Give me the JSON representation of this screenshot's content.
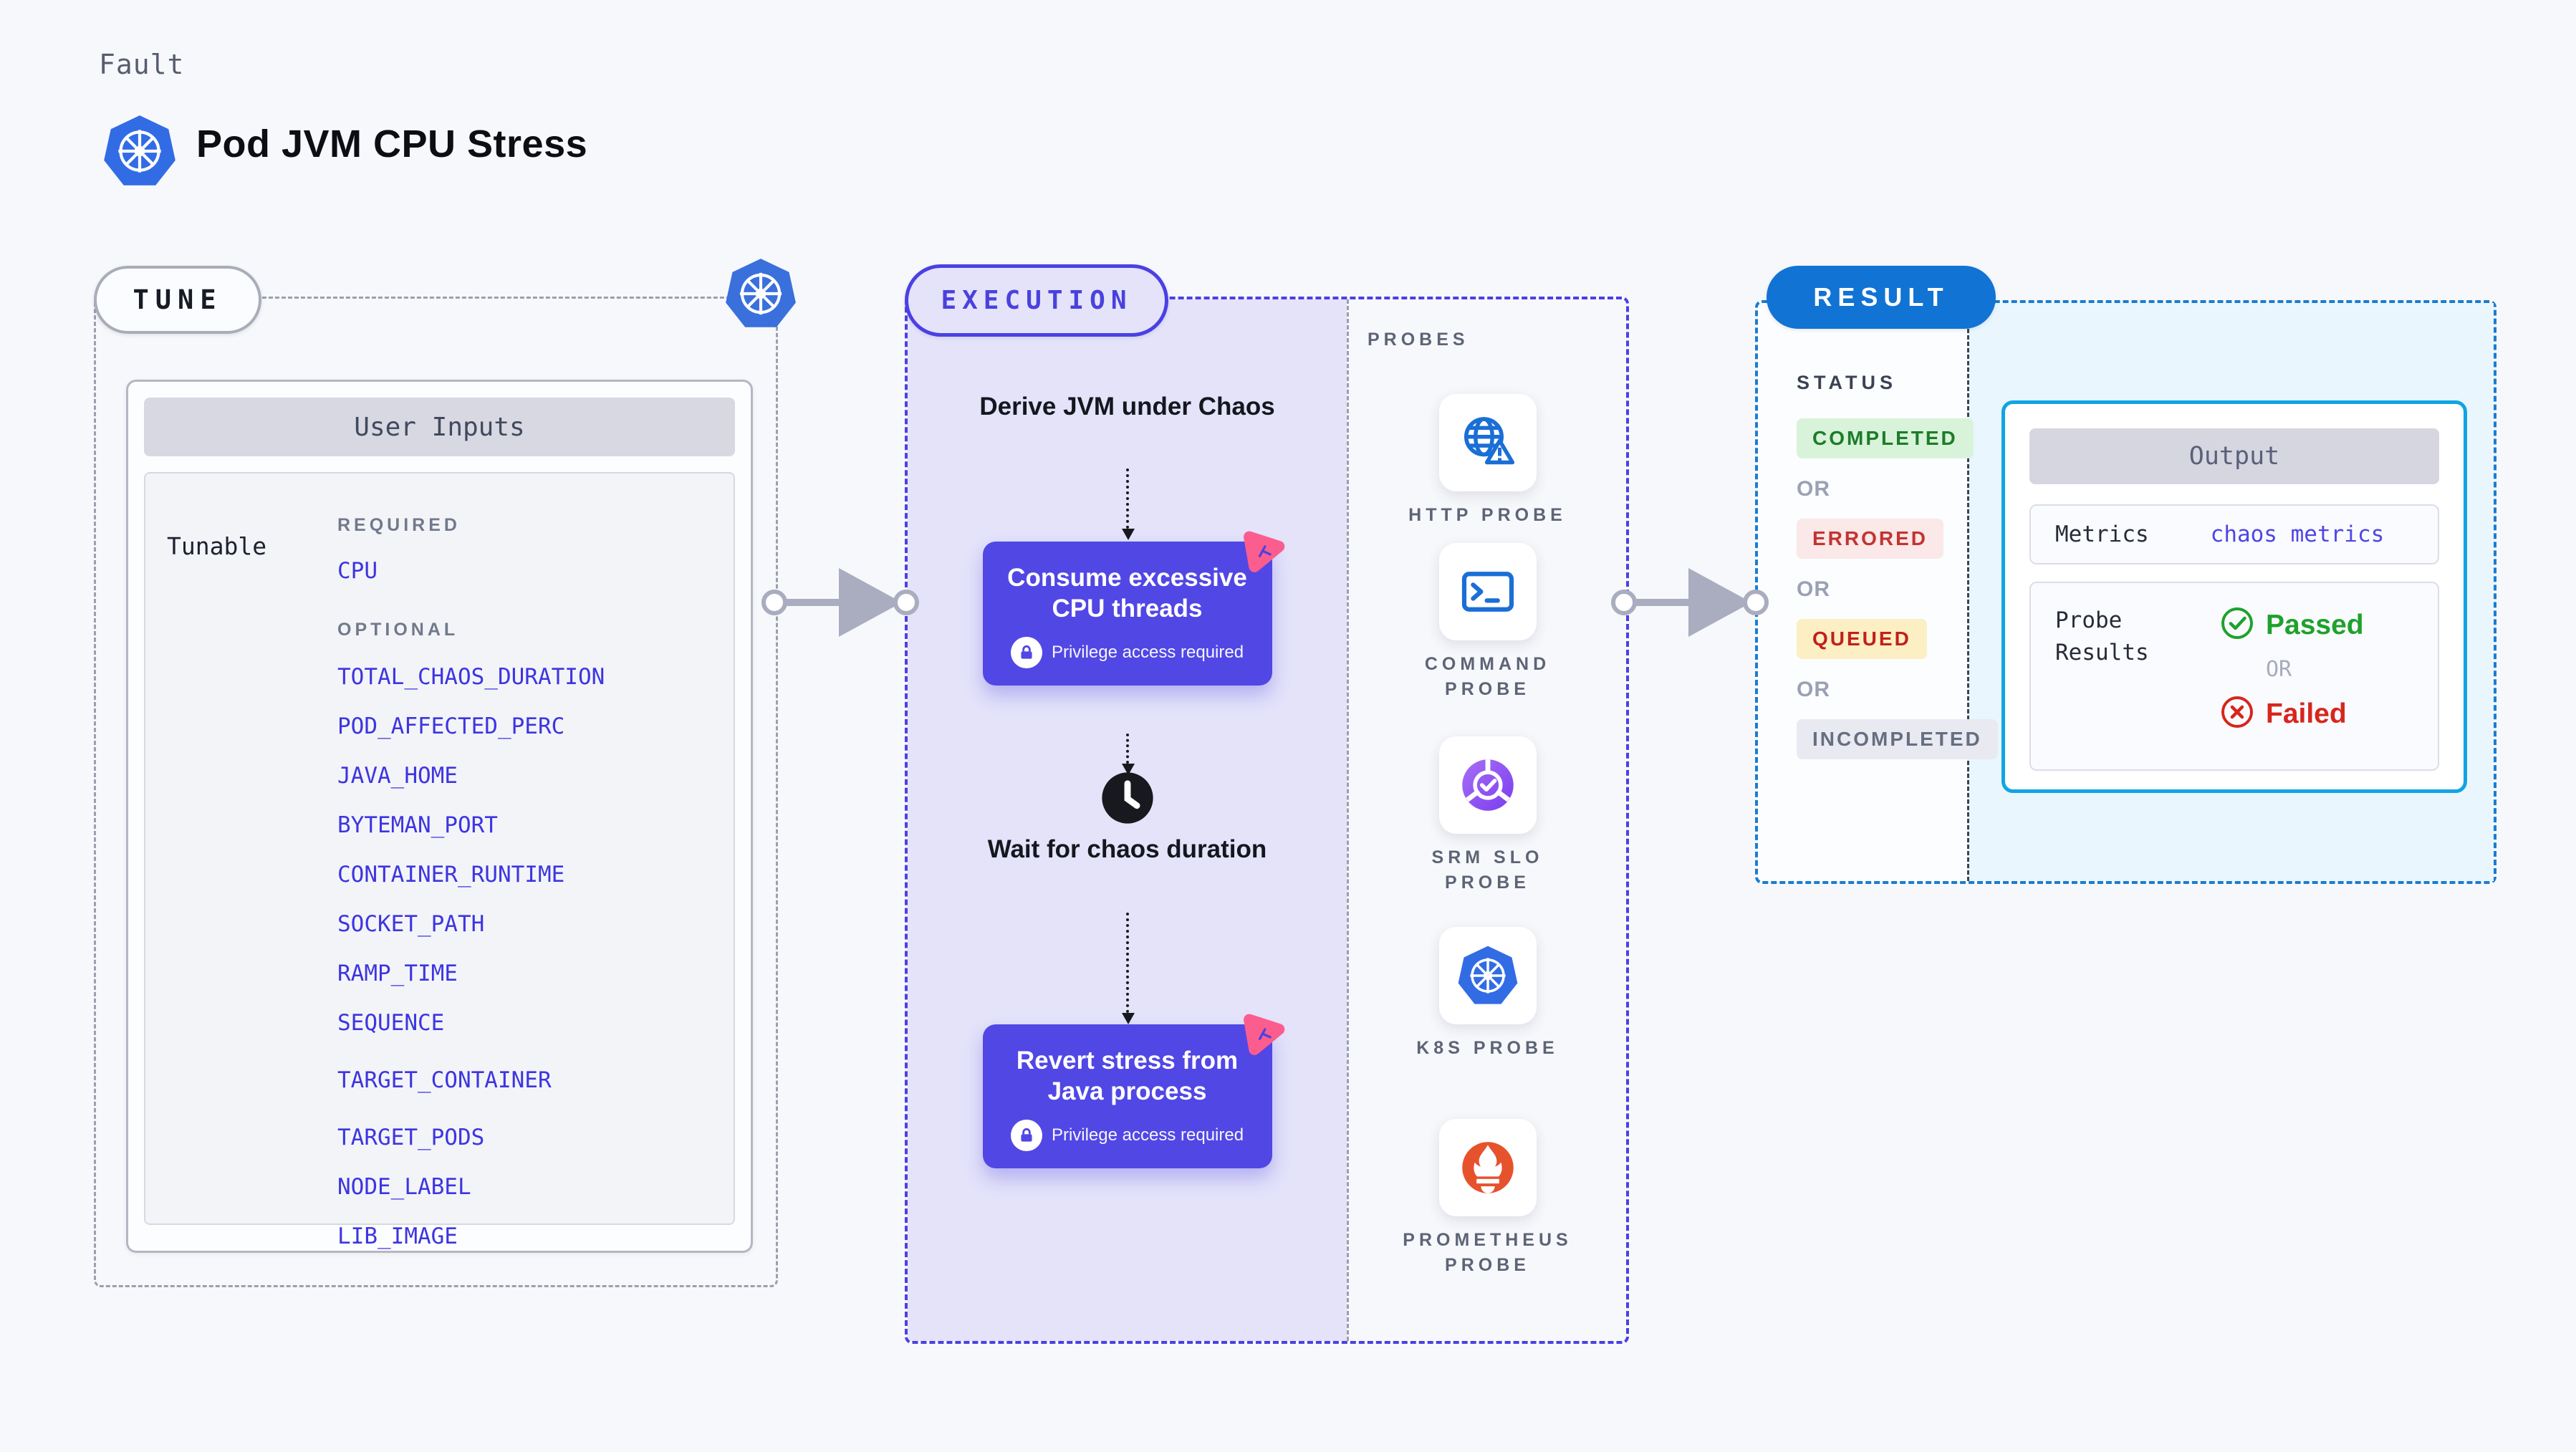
{
  "colors": {
    "page_background": "#f7f8fb",
    "accent_indigo": "#4b40e3",
    "action_card_indigo": "#5147e5",
    "lavender_execution_bg": "#e4e3fa",
    "kubernetes_blue": "#326ce5",
    "result_pill_blue": "#1173d4",
    "result_dashed_blue": "#1b7cd0",
    "output_cyan_border": "#12a4e2",
    "output_cyan_bg": "#e9f6fd",
    "link_indigo": "#3d35e0",
    "passed_green": "#1fa12d",
    "failed_red": "#d7261d",
    "chaos_pink": "#fb5d8e",
    "completed_badge": "#d9f3da",
    "errored_badge": "#fbe8e8",
    "queued_badge": "#fcefc3",
    "incompleted_badge": "#e9eaf1",
    "prometheus_orange": "#e6522c"
  },
  "header": {
    "kicker": "Fault",
    "title": "Pod JVM CPU Stress"
  },
  "tune": {
    "badge": "TUNE",
    "user_inputs_title": "User Inputs",
    "row_label": "Tunable",
    "required_heading": "REQUIRED",
    "optional_heading": "OPTIONAL",
    "required_items": [
      "CPU"
    ],
    "optional_items": [
      "TOTAL_CHAOS_DURATION",
      "POD_AFFECTED_PERC",
      "JAVA_HOME",
      "BYTEMAN_PORT",
      "CONTAINER_RUNTIME",
      "SOCKET_PATH",
      "RAMP_TIME",
      "SEQUENCE",
      "TARGET_CONTAINER",
      "TARGET_PODS",
      "NODE_LABEL",
      "LIB_IMAGE"
    ]
  },
  "execution": {
    "badge": "EXECUTION",
    "derive_step": "Derive JVM under Chaos",
    "consume_action": "Consume excessive CPU threads",
    "wait_step": "Wait for chaos duration",
    "revert_action": "Revert stress from Java process",
    "privilege_note": "Privilege access required"
  },
  "probes": {
    "heading": "PROBES",
    "items": [
      "HTTP PROBE",
      "COMMAND PROBE",
      "SRM SLO PROBE",
      "K8S PROBE",
      "PROMETHEUS PROBE"
    ]
  },
  "result": {
    "badge": "RESULT",
    "status_heading": "STATUS",
    "or_label": "OR",
    "statuses": [
      "COMPLETED",
      "ERRORED",
      "QUEUED",
      "INCOMPLETED"
    ],
    "output": {
      "title": "Output",
      "metrics_label": "Metrics",
      "metrics_value": "chaos metrics",
      "probe_results_label": "Probe Results",
      "passed_label": "Passed",
      "failed_label": "Failed",
      "or_label": "OR"
    }
  }
}
